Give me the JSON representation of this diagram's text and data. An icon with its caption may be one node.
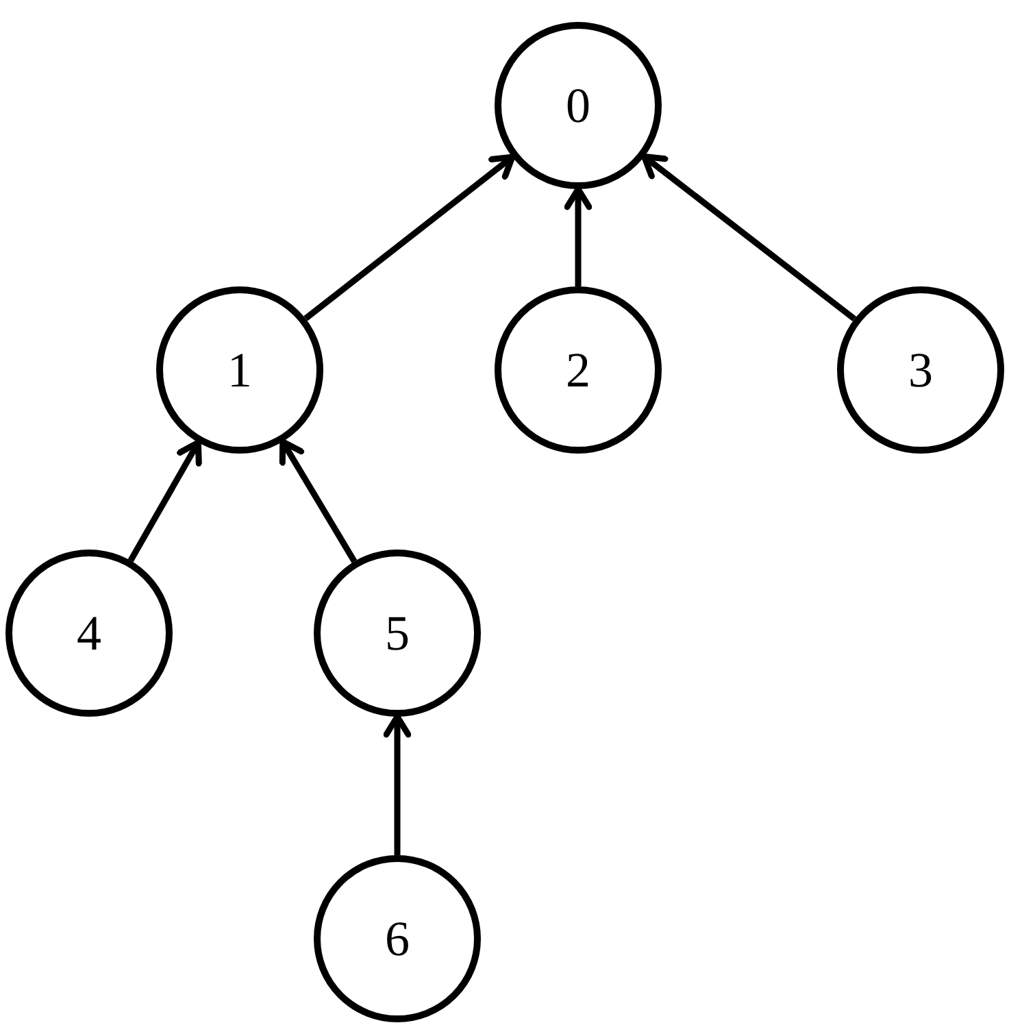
{
  "diagram": {
    "nodes": [
      {
        "text": [
          "0"
        ]
      },
      {
        "text": [
          "1"
        ]
      },
      {
        "text": [
          "2"
        ]
      },
      {
        "text": [
          "3"
        ]
      },
      {
        "text": [
          "4"
        ]
      },
      {
        "text": [
          "5"
        ]
      },
      {
        "text": [
          "6"
        ]
      }
    ],
    "edges": [
      {
        "from": 1,
        "to": 0,
        "arrow": "to"
      },
      {
        "from": 2,
        "to": 0,
        "arrow": "to"
      },
      {
        "from": 3,
        "to": 0,
        "arrow": "to"
      },
      {
        "from": 4,
        "to": 1,
        "arrow": "to"
      },
      {
        "from": 5,
        "to": 1,
        "arrow": "to"
      },
      {
        "from": 6,
        "to": 5,
        "arrow": "to"
      }
    ]
  }
}
